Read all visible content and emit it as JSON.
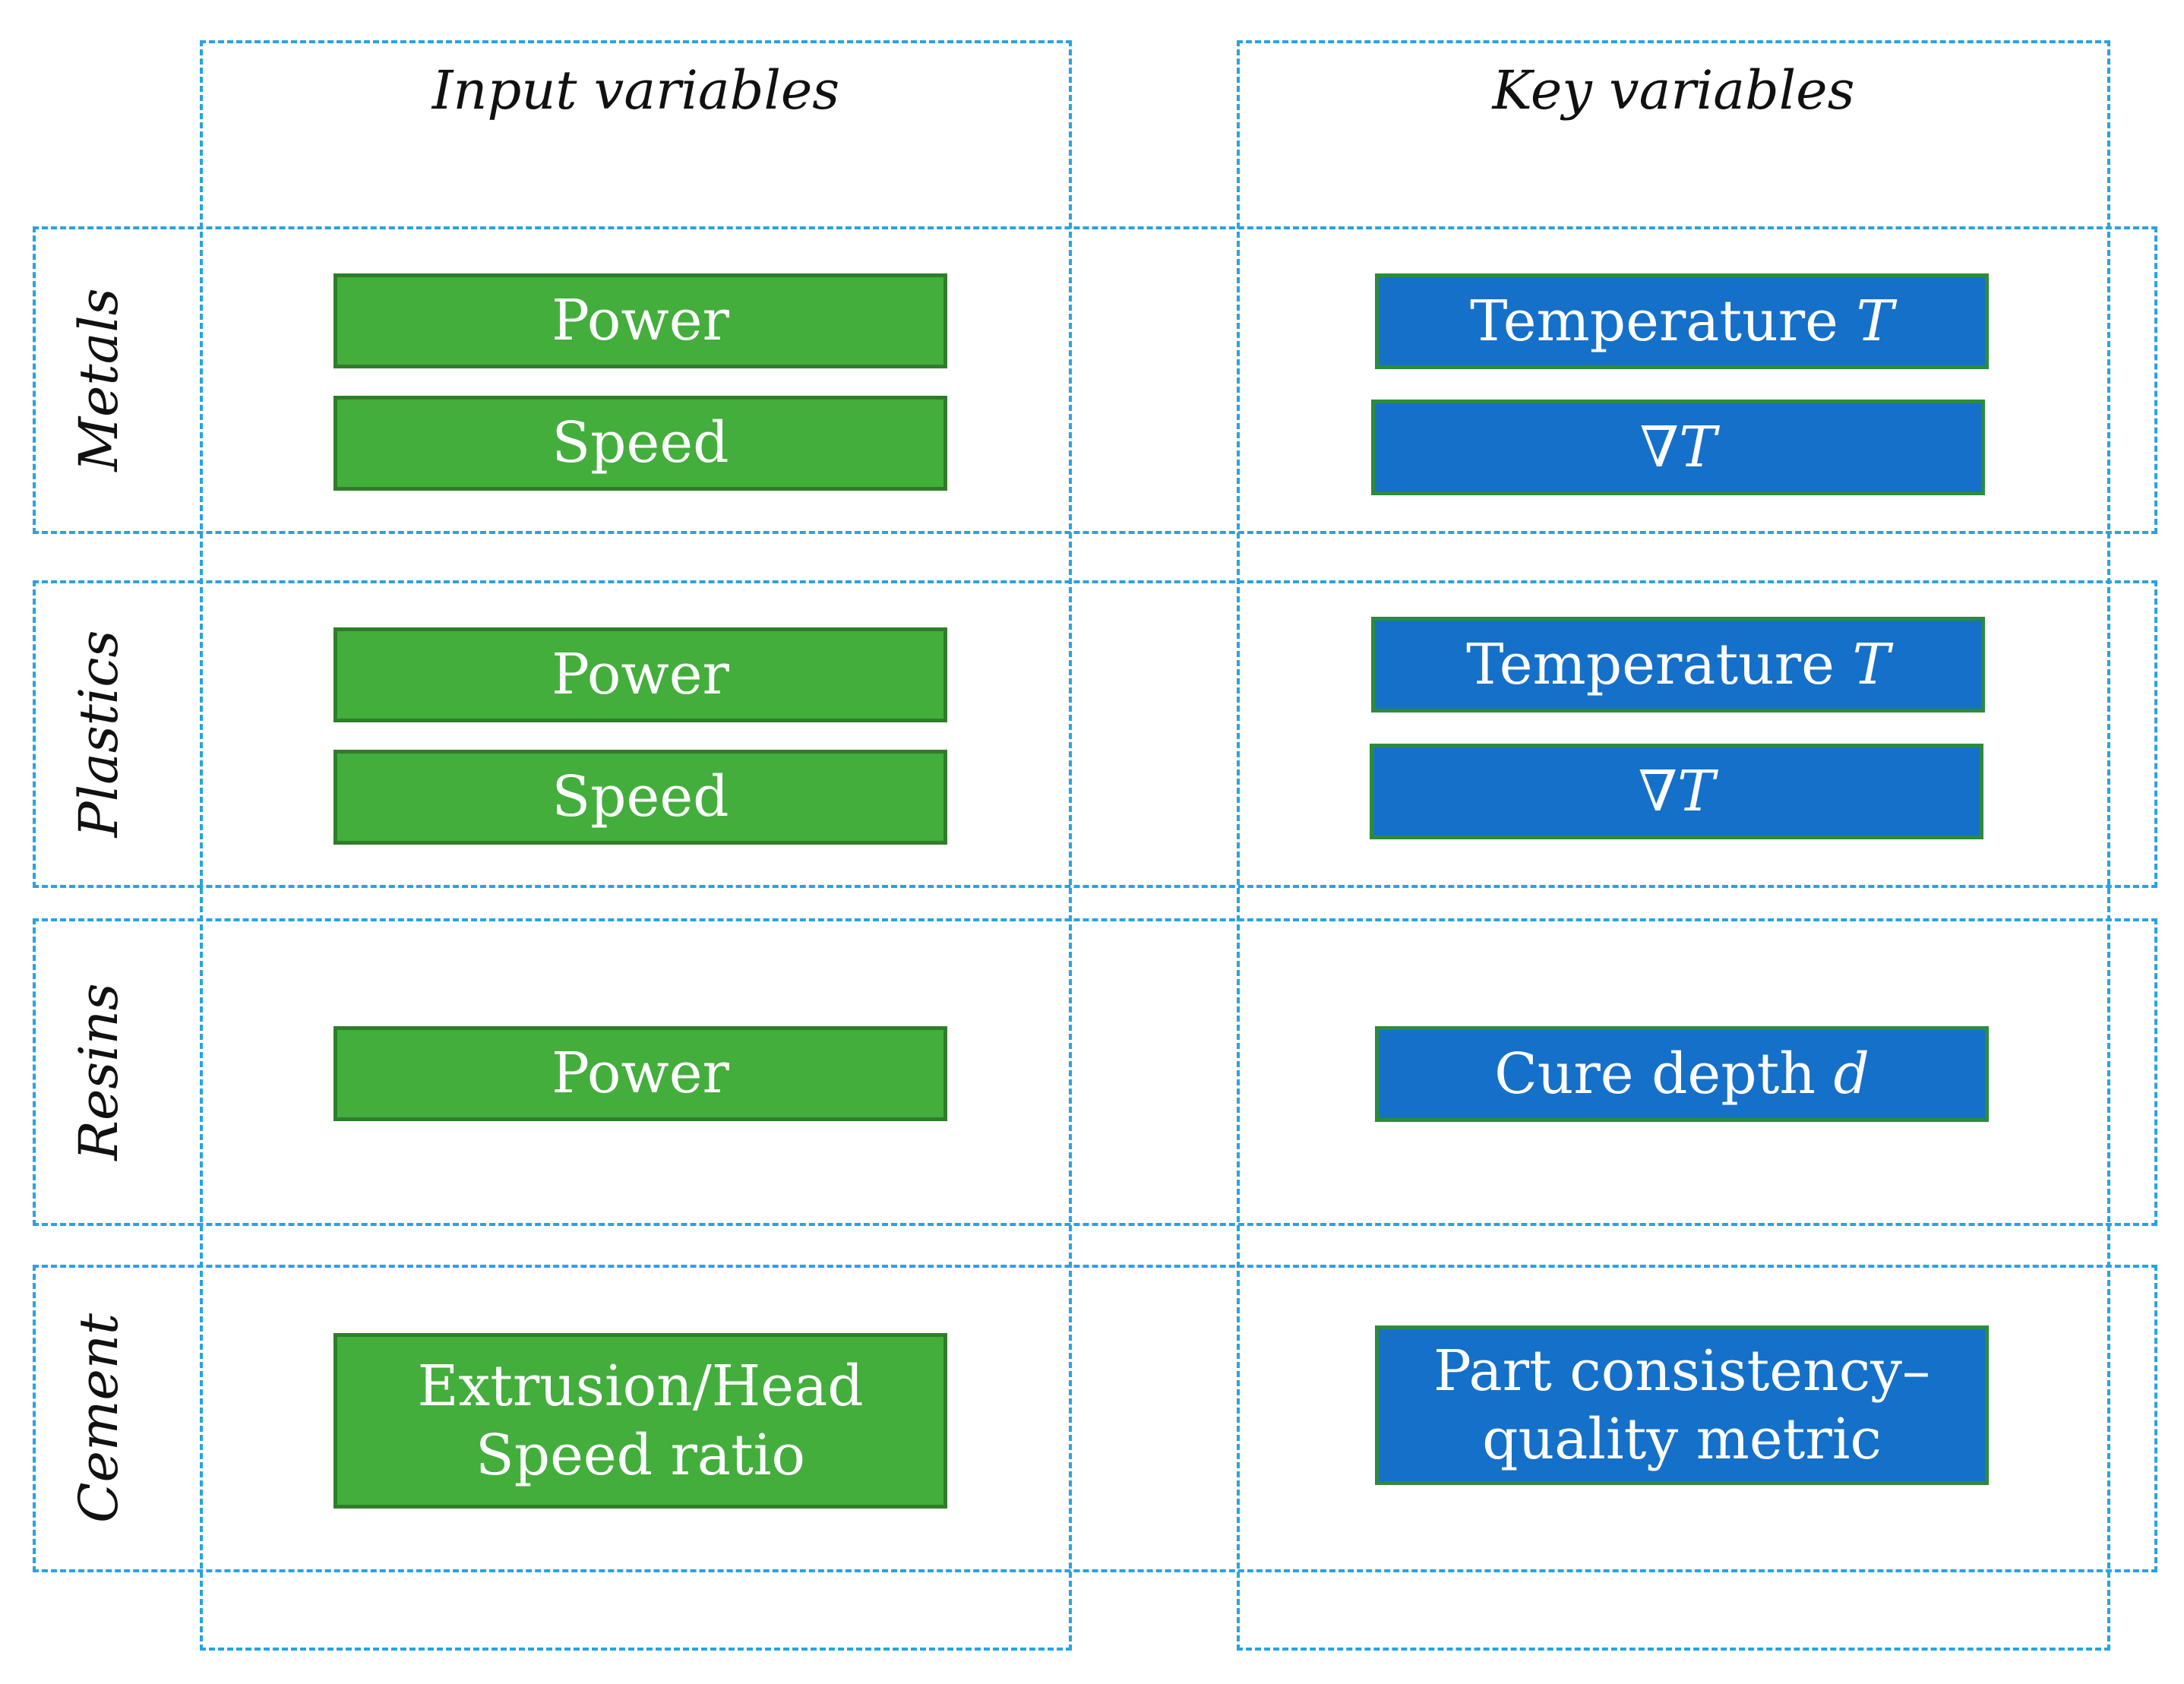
{
  "columns": {
    "input": "Input variables",
    "key": "Key variables"
  },
  "rows": [
    {
      "label": "Metals",
      "inputs": [
        {
          "text": "Power"
        },
        {
          "text": "Speed"
        }
      ],
      "keys": [
        {
          "text": "Temperature",
          "var": "T"
        },
        {
          "text": "∇T"
        }
      ]
    },
    {
      "label": "Plastics",
      "inputs": [
        {
          "text": "Power"
        },
        {
          "text": "Speed"
        }
      ],
      "keys": [
        {
          "text": "Temperature",
          "var": "T"
        },
        {
          "text": "∇T"
        }
      ]
    },
    {
      "label": "Resins",
      "inputs": [
        {
          "text": "Power"
        }
      ],
      "keys": [
        {
          "text": "Cure depth",
          "var": "d"
        }
      ]
    },
    {
      "label": "Cement",
      "inputs": [
        {
          "line1": "Extrusion/Head",
          "line2": "Speed ratio"
        }
      ],
      "keys": [
        {
          "line1": "Part consistency–",
          "line2": "quality metric"
        }
      ]
    }
  ],
  "colors": {
    "dash": "#29a3e0",
    "input_box": "#43ae3c",
    "key_box": "#1570c9"
  }
}
